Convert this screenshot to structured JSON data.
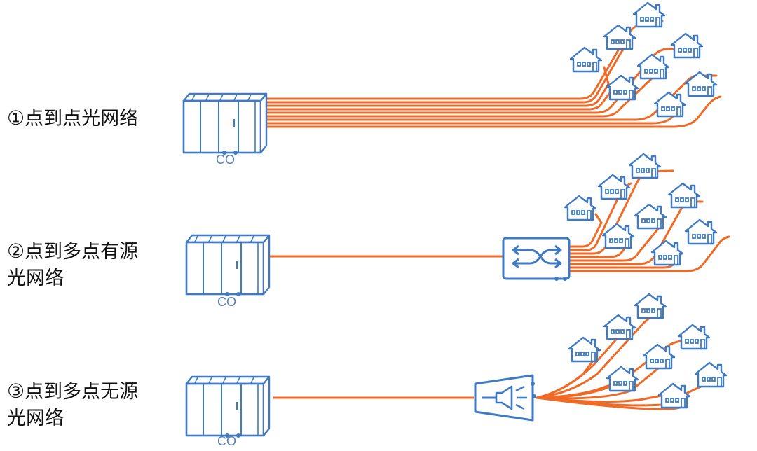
{
  "diagrams": [
    {
      "number": "①",
      "title_line1": "点到点光网络",
      "title_line2": "",
      "co_label": "CO"
    },
    {
      "number": "②",
      "title_line1": "点到多点有源",
      "title_line2": "光网络",
      "co_label": "CO"
    },
    {
      "number": "③",
      "title_line1": "点到多点无源",
      "title_line2": "光网络",
      "co_label": "CO"
    }
  ],
  "colors": {
    "fiber": "#f06a26",
    "equipment": "#3f7bc4",
    "text": "#111111",
    "co_label": "#5b7fb5"
  },
  "icons": {
    "central_office": "server-rack-icon",
    "active_switch": "switch-crossover-icon",
    "passive_splitter": "optical-splitter-icon",
    "home": "house-icon"
  }
}
